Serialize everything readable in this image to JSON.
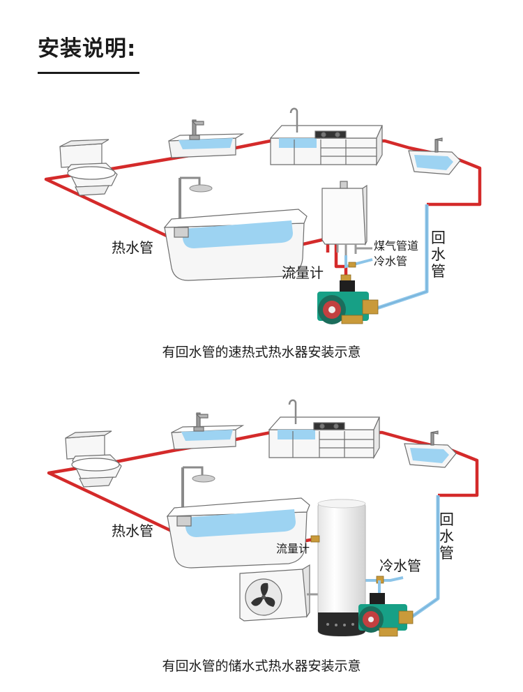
{
  "page": {
    "title": "安装说明:"
  },
  "diagram1": {
    "caption": "有回水管的速热式热水器安装示意",
    "labels": {
      "hot_pipe": "热水管",
      "gas_pipe": "煤气管道",
      "cold_pipe": "冷水管",
      "flow_meter": "流量计",
      "return_pipe": [
        "回",
        "水",
        "管"
      ]
    }
  },
  "diagram2": {
    "caption": "有回水管的储水式热水器安装示意",
    "labels": {
      "hot_pipe": "热水管",
      "flow_meter": "流量计",
      "cold_pipe": "冷水管",
      "return_pipe": [
        "回",
        "水",
        "管"
      ]
    }
  },
  "colors": {
    "hot_pipe": "#d42a2a",
    "return_pipe": "#8cc4e8",
    "water": "#9dd3f2",
    "pump_green": "#17a086",
    "brass": "#c99a3a"
  }
}
